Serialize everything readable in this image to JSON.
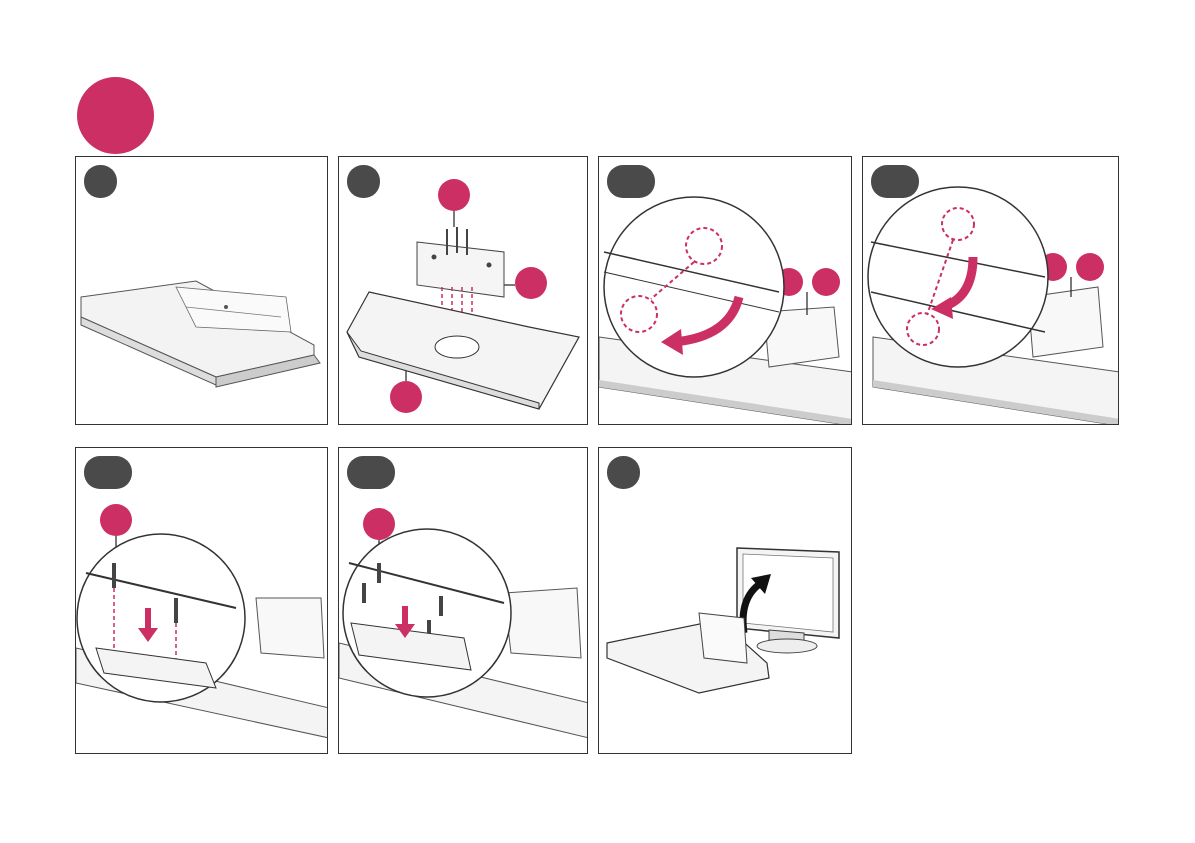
{
  "page": {
    "accent_color": "#cc2f64",
    "step_tag_color": "#4a4a4a",
    "border_color": "#333333"
  },
  "panels": [
    {
      "id": "step-1",
      "illustration": "tv-face-down-on-base"
    },
    {
      "id": "step-2",
      "illustration": "stand-body-screw-assembly"
    },
    {
      "id": "step-3",
      "illustration": "hook-alignment-zoom"
    },
    {
      "id": "step-4",
      "illustration": "hook-alignment-zoom-alt"
    },
    {
      "id": "step-5",
      "illustration": "screw-fastening-zoom"
    },
    {
      "id": "step-6",
      "illustration": "screw-fastening-zoom-two"
    },
    {
      "id": "step-7",
      "illustration": "raise-monitor-upright"
    }
  ],
  "icons": [
    "arrow-down-icon",
    "curved-arrow-icon",
    "screw-icon",
    "magenta-callout-badge"
  ]
}
